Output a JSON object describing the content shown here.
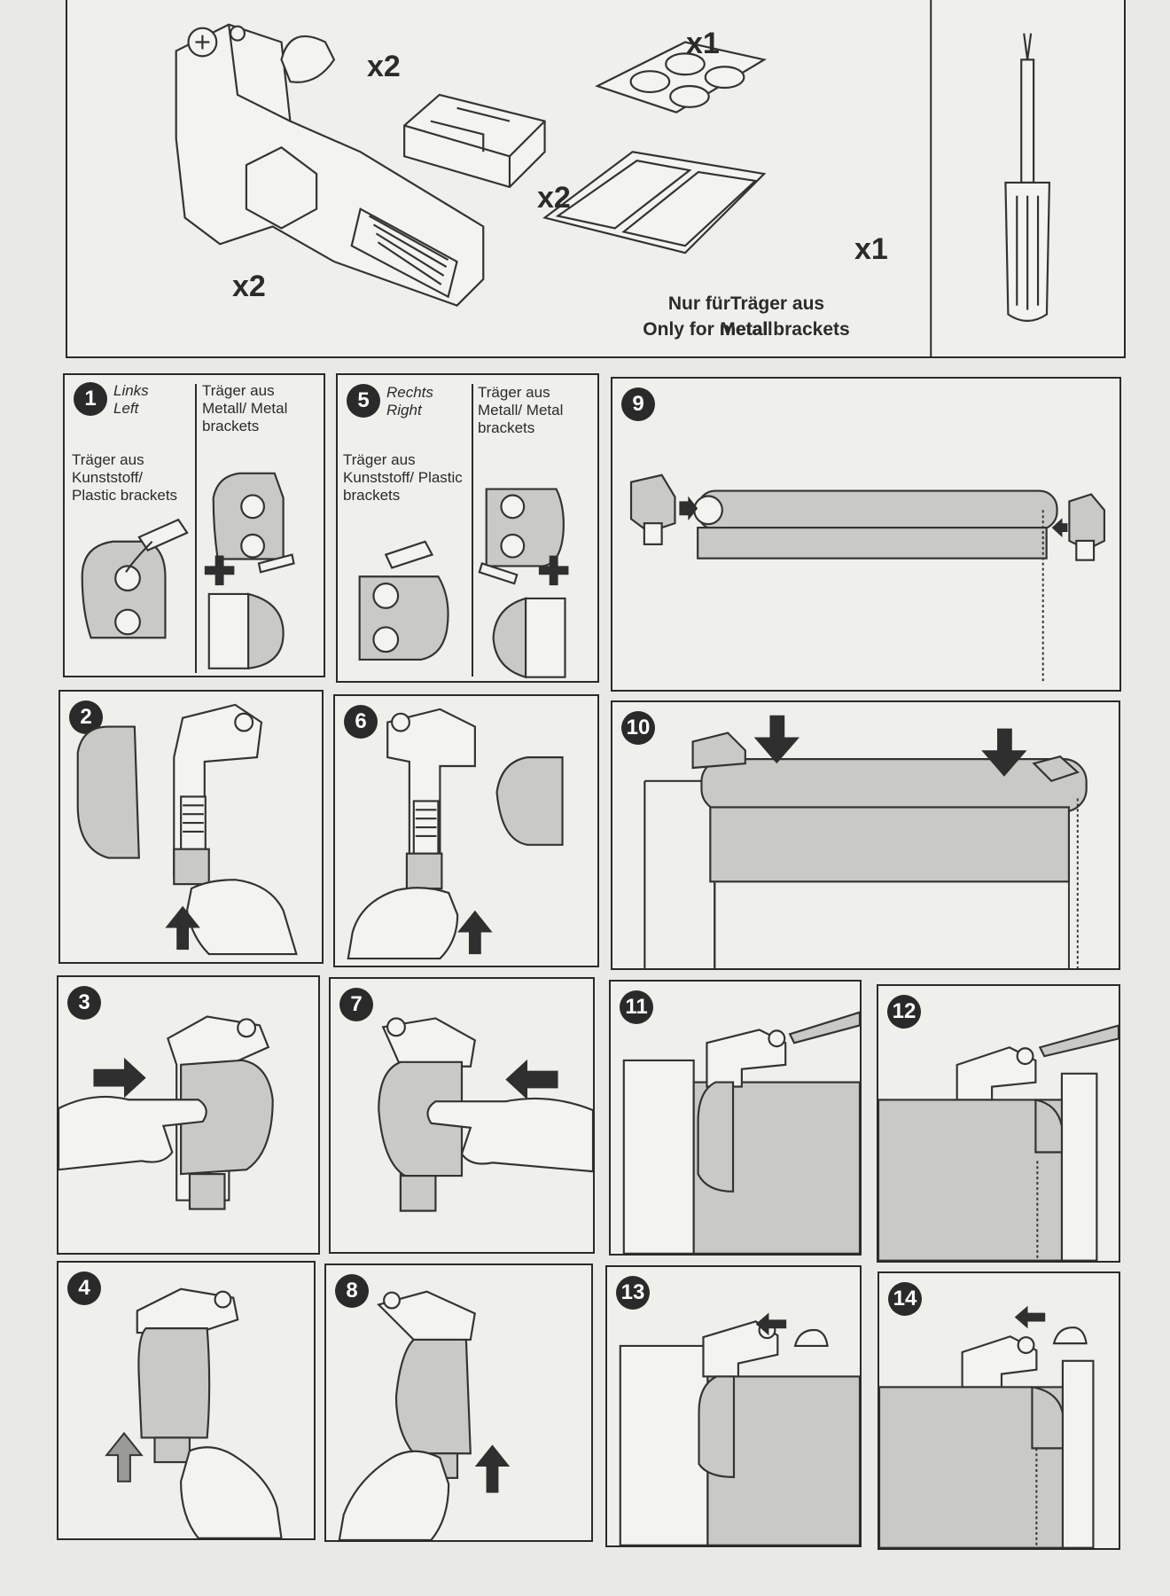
{
  "parts": {
    "bracket_qty": "x2",
    "end_cap_qty": "x2",
    "clip_qty": "x2",
    "pad_sheet_qty": "x1",
    "tape_qty": "x1",
    "metal_note_de": "Nur fürTräger aus Metall",
    "metal_note_en": "Only for metal brackets"
  },
  "steps": [
    {
      "number": "1",
      "side_de": "Links",
      "side_en": "Left",
      "plastic_label": "Träger aus Kunststoff/ Plastic brackets",
      "metal_label": "Träger aus Metall/ Metal brackets"
    },
    {
      "number": "2"
    },
    {
      "number": "3"
    },
    {
      "number": "4"
    },
    {
      "number": "5",
      "side_de": "Rechts",
      "side_en": "Right",
      "plastic_label": "Träger aus Kunststoff/ Plastic brackets",
      "metal_label": "Träger aus Metall/ Metal brackets"
    },
    {
      "number": "6"
    },
    {
      "number": "7"
    },
    {
      "number": "8"
    },
    {
      "number": "9"
    },
    {
      "number": "10"
    },
    {
      "number": "11"
    },
    {
      "number": "12"
    },
    {
      "number": "13"
    },
    {
      "number": "14"
    }
  ],
  "icons": [
    "bracket",
    "end-cap",
    "clip",
    "adhesive-pads",
    "adhesive-tape",
    "screwdriver",
    "hand",
    "arrow",
    "roller-blind"
  ]
}
